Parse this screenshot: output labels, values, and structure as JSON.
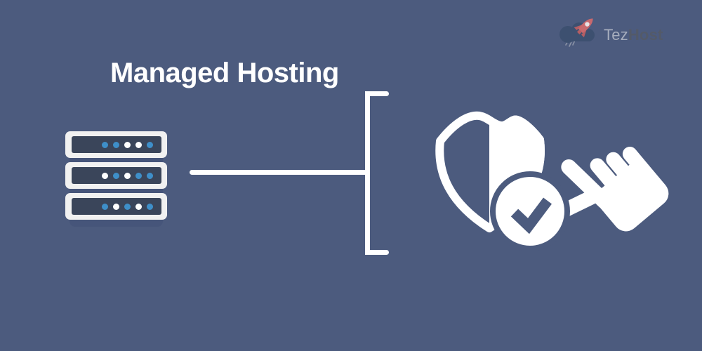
{
  "banner": {
    "title": "Managed Hosting"
  },
  "logo": {
    "brand_light": "Tez",
    "brand_bold": "Host",
    "icon": "rocket-cloud"
  },
  "icons": {
    "logo": "rocket-cloud-icon",
    "server": "server-rack-icon",
    "security": "shield-check-icon",
    "badge": "check-badge-icon",
    "action": "pointer-hand-icon",
    "connector": "line-and-bracket"
  },
  "server": {
    "rows": [
      [
        "blue",
        "blue",
        "white",
        "white",
        "blue"
      ],
      [
        "white",
        "blue",
        "white",
        "blue",
        "blue"
      ],
      [
        "blue",
        "white",
        "blue",
        "white",
        "blue"
      ]
    ]
  },
  "colors": {
    "background": "#4C5B7E",
    "white": "#FFFFFF",
    "tray": "#F1F1F1",
    "panel": "#3A455A",
    "backing": "#46557A",
    "dot-blue": "#3E8FC9",
    "title-text": "#FFFFFF",
    "logo-cloud": "#3D5070",
    "logo-rocket": "#C8696E",
    "logo-rocket-dark": "#B55E63",
    "logo-window": "#E7E4E6",
    "logo-exhaust": "#8B93A6",
    "logo-text-light": "#A6ADBD",
    "logo-text-dark": "#535A69"
  }
}
